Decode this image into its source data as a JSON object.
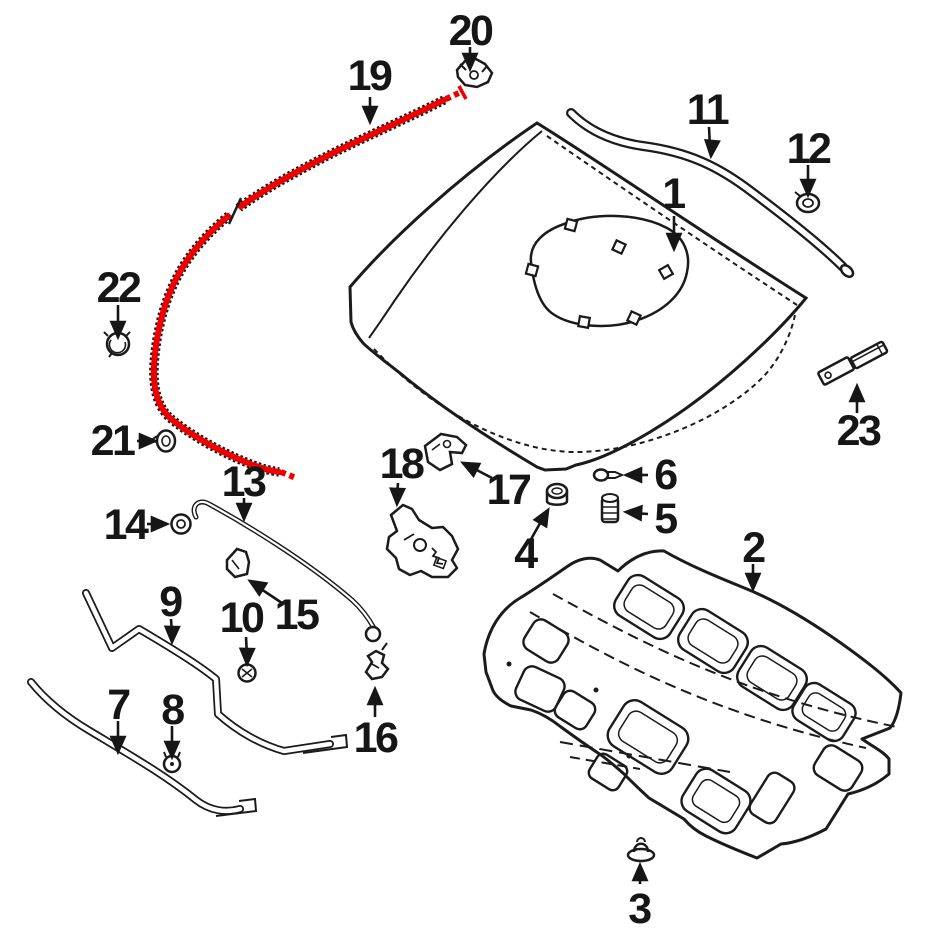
{
  "diagram": {
    "background_color": "#ffffff",
    "line_color": "#1b1b1b",
    "highlight_color": "#ec0000",
    "highlighted_callout": "19",
    "callouts": [
      {
        "label": "1"
      },
      {
        "label": "2"
      },
      {
        "label": "3"
      },
      {
        "label": "4"
      },
      {
        "label": "5"
      },
      {
        "label": "6"
      },
      {
        "label": "7"
      },
      {
        "label": "8"
      },
      {
        "label": "9"
      },
      {
        "label": "10"
      },
      {
        "label": "11"
      },
      {
        "label": "12"
      },
      {
        "label": "13"
      },
      {
        "label": "14"
      },
      {
        "label": "15"
      },
      {
        "label": "16"
      },
      {
        "label": "17"
      },
      {
        "label": "18"
      },
      {
        "label": "19"
      },
      {
        "label": "20"
      },
      {
        "label": "21"
      },
      {
        "label": "22"
      },
      {
        "label": "23"
      }
    ]
  }
}
